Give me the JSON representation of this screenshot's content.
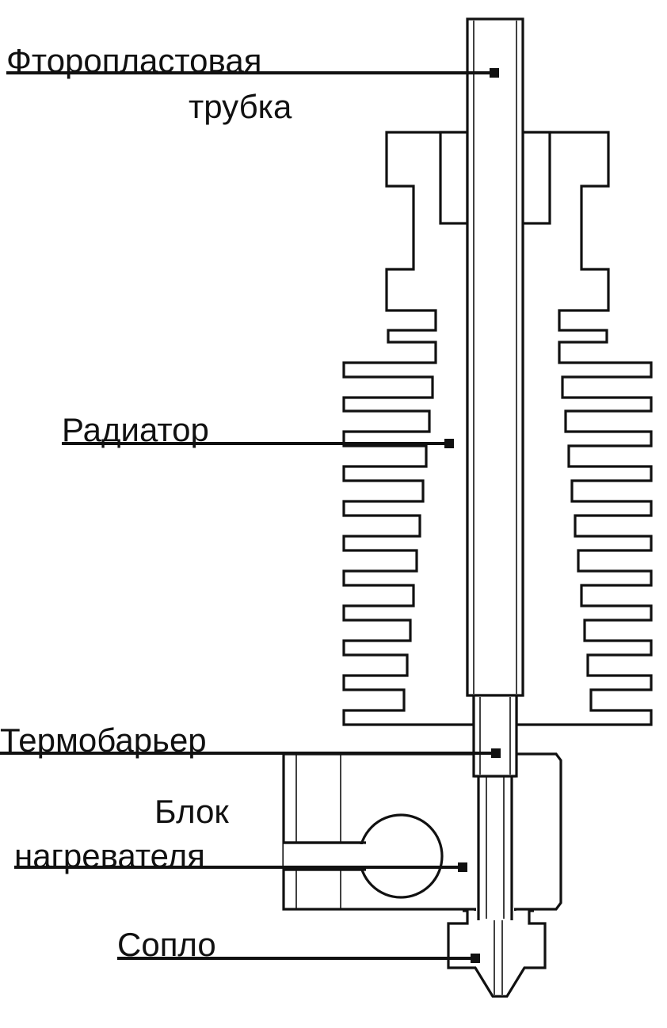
{
  "labels": {
    "ptfe_tube_line1": "Фторопластовая",
    "ptfe_tube_line2": "трубка",
    "heatsink": "Радиатор",
    "heatbreak": "Термобарьер",
    "heater_block_line1": "Блок",
    "heater_block_line2": "нагревателя",
    "nozzle": "Сопло"
  },
  "colors": {
    "ink": "#111111",
    "background": "#ffffff"
  }
}
